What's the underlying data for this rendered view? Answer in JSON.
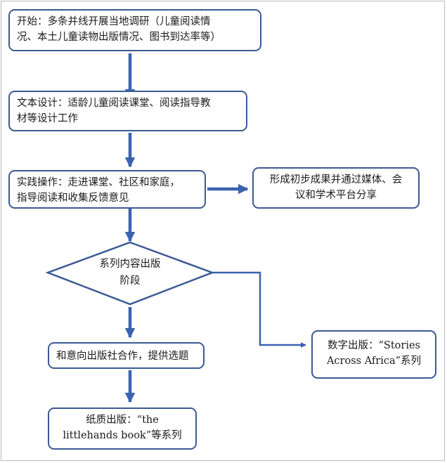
{
  "diagram": {
    "start": {
      "line1": "开始：多条并线开展当地调研（儿童阅读情",
      "line2": "况、本土儿童读物出版情况、图书到达率等）"
    },
    "design": {
      "line1": "文本设计：适龄儿童阅读课堂、阅读指导教",
      "line2": "材等设计工作"
    },
    "practice": {
      "line1": "实践操作：走进课堂、社区和家庭，",
      "line2": "指导阅读和收集反馈意见"
    },
    "share": {
      "line1": "形成初步成果并通过媒体、会",
      "line2": "议和学术平台分享"
    },
    "publish_stage": {
      "line1": "系列内容出版",
      "line2": "阶段"
    },
    "cooperation": {
      "line1": "和意向出版社合作，提供选题"
    },
    "digital": {
      "line1": "数字出版：“Stories",
      "line2": "Across Africa”系列"
    },
    "paper": {
      "line1": "纸质出版：“the",
      "line2": "littlehands book”等系列"
    }
  },
  "colors": {
    "border": "#3a5a94",
    "arrow": "#3a62b0",
    "text": "#1a1a1a"
  }
}
